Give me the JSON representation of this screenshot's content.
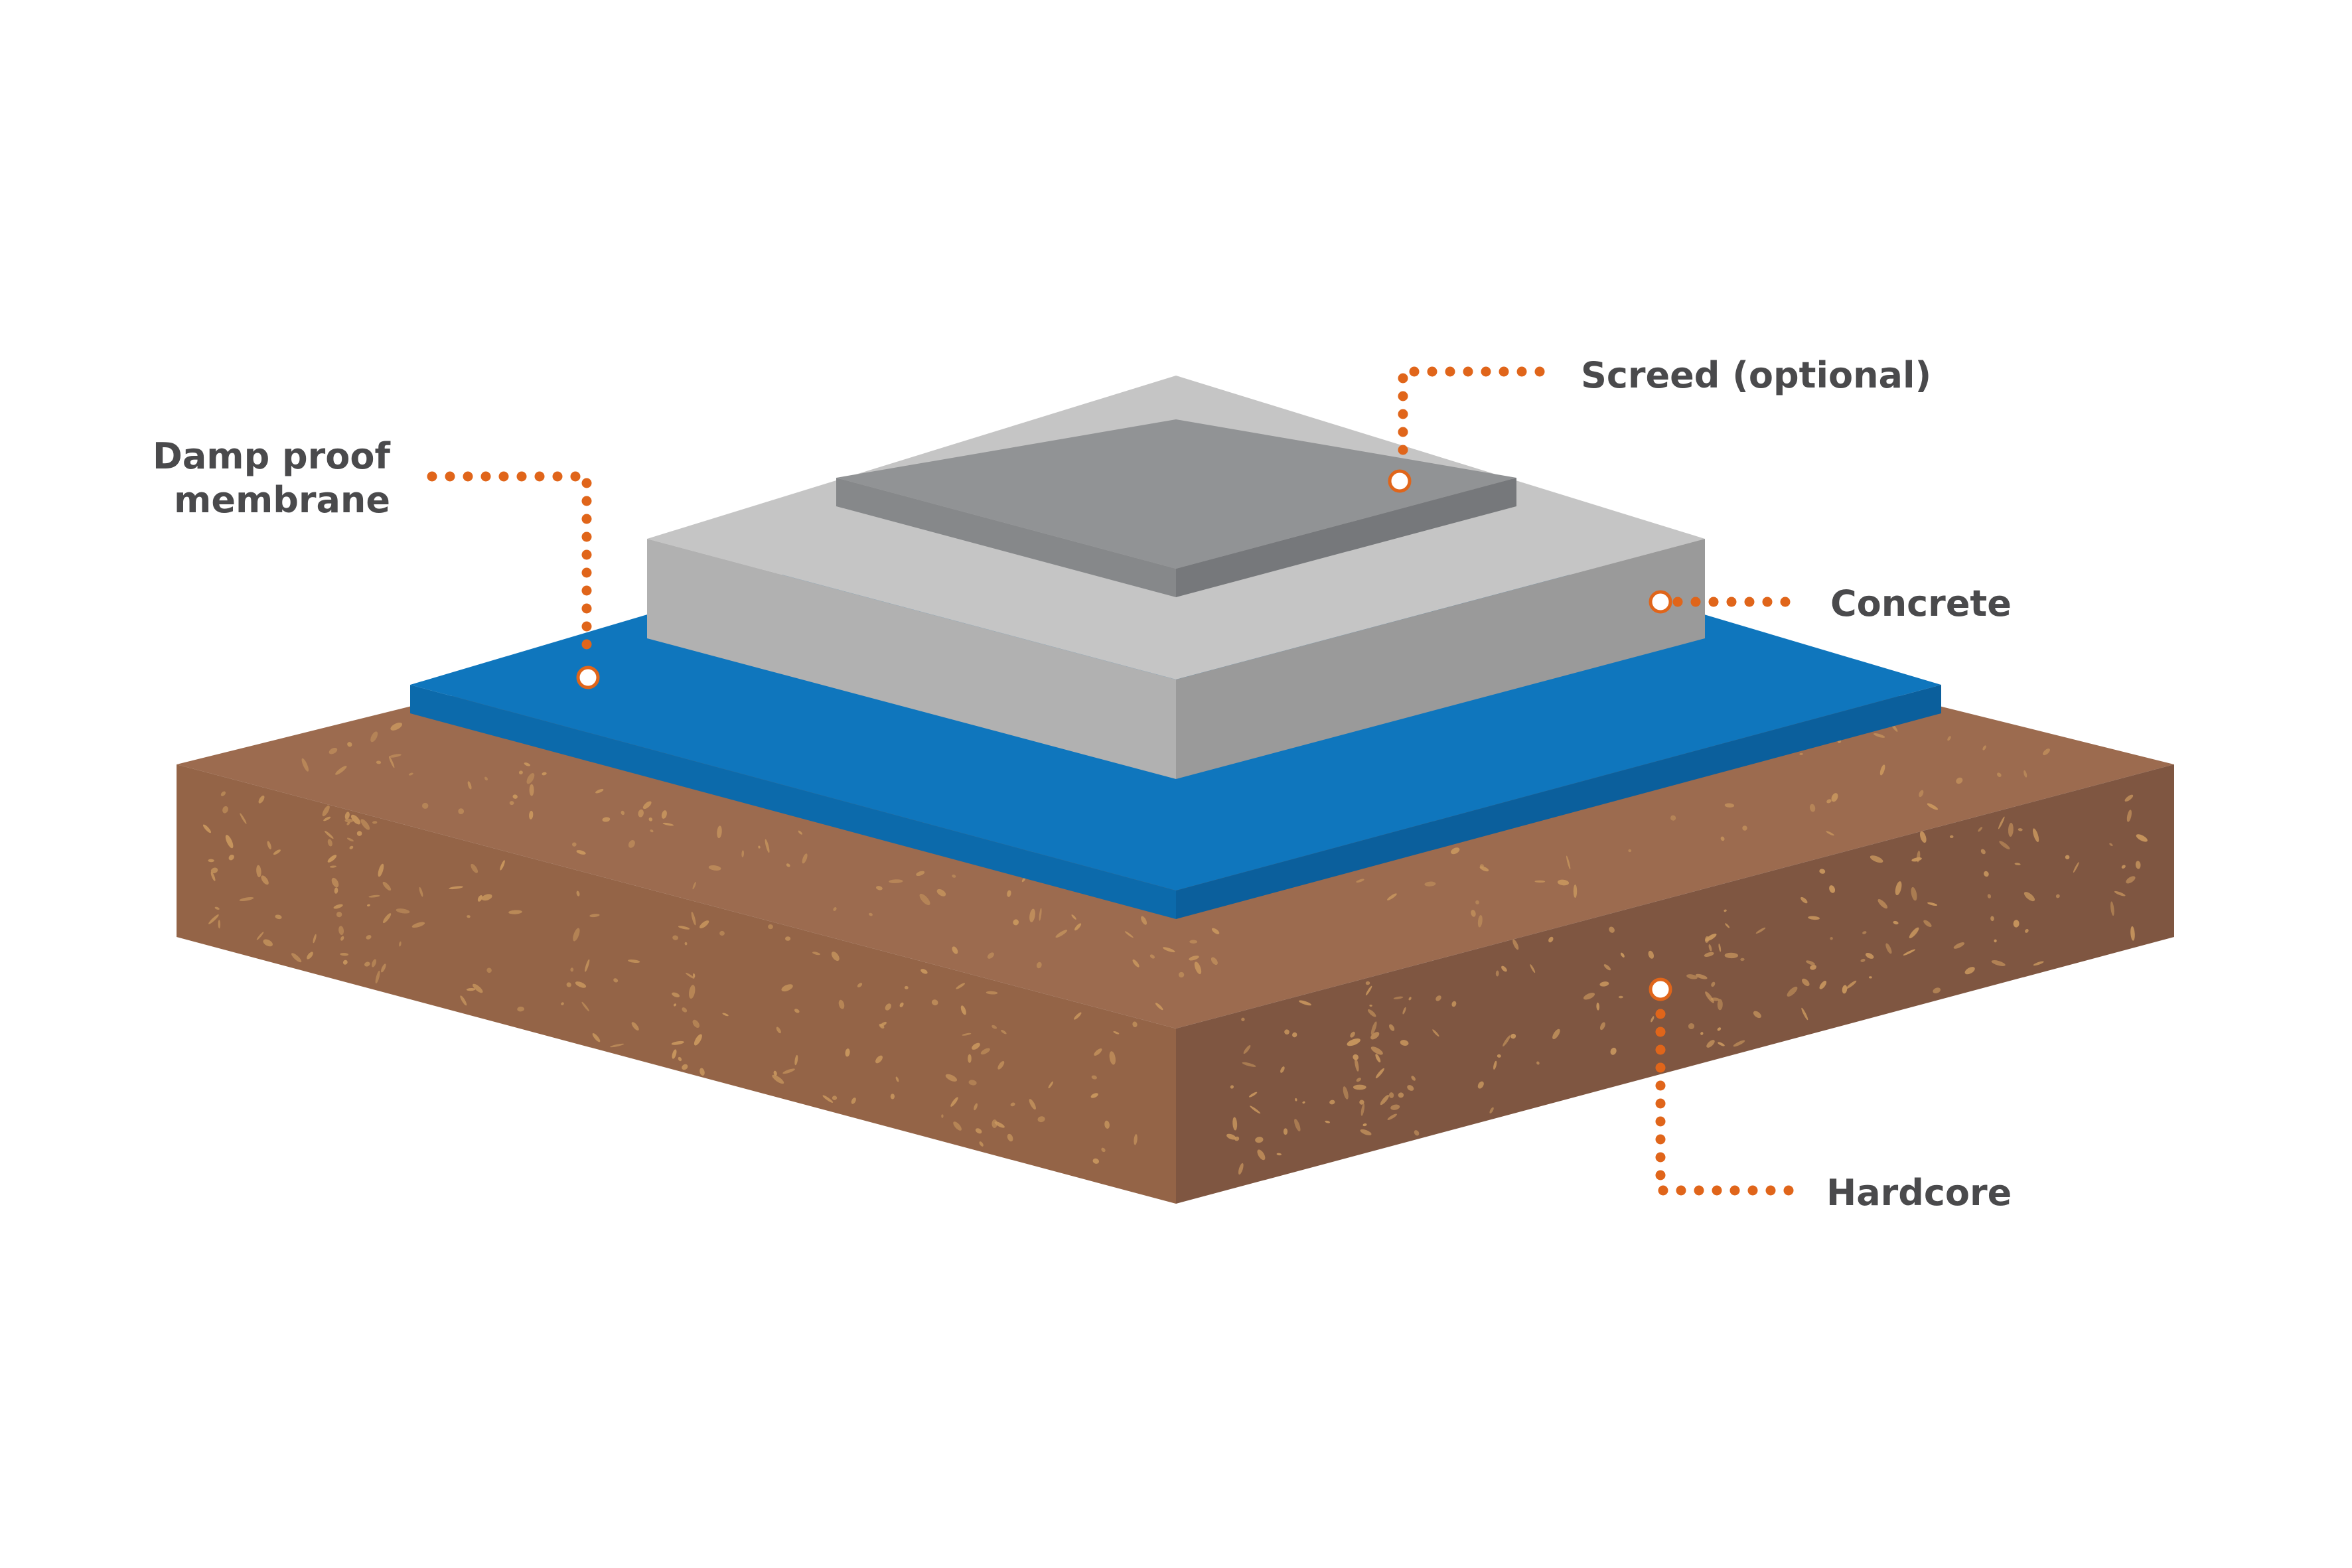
{
  "labels": {
    "damp_proof_line1": "Damp proof",
    "damp_proof_line2": "membrane",
    "screed": "Screed (optional)",
    "concrete": "Concrete",
    "hardcore": "Hardcore"
  },
  "colors": {
    "hardcore_top": "#9c6b4f",
    "hardcore_left": "#946447",
    "hardcore_right": "#7f5641",
    "speckle": "#c9975e",
    "membrane_top": "#0f76bd",
    "membrane_left": "#0c6aab",
    "membrane_right": "#0b5f9c",
    "concrete_top": "#c5c5c5",
    "concrete_left": "#b1b1b1",
    "concrete_right": "#9a9a9a",
    "screed_top": "#919395",
    "screed_left": "#86888a",
    "screed_right": "#76787b",
    "leader": "#e0651a",
    "text": "#4a4a4c"
  }
}
